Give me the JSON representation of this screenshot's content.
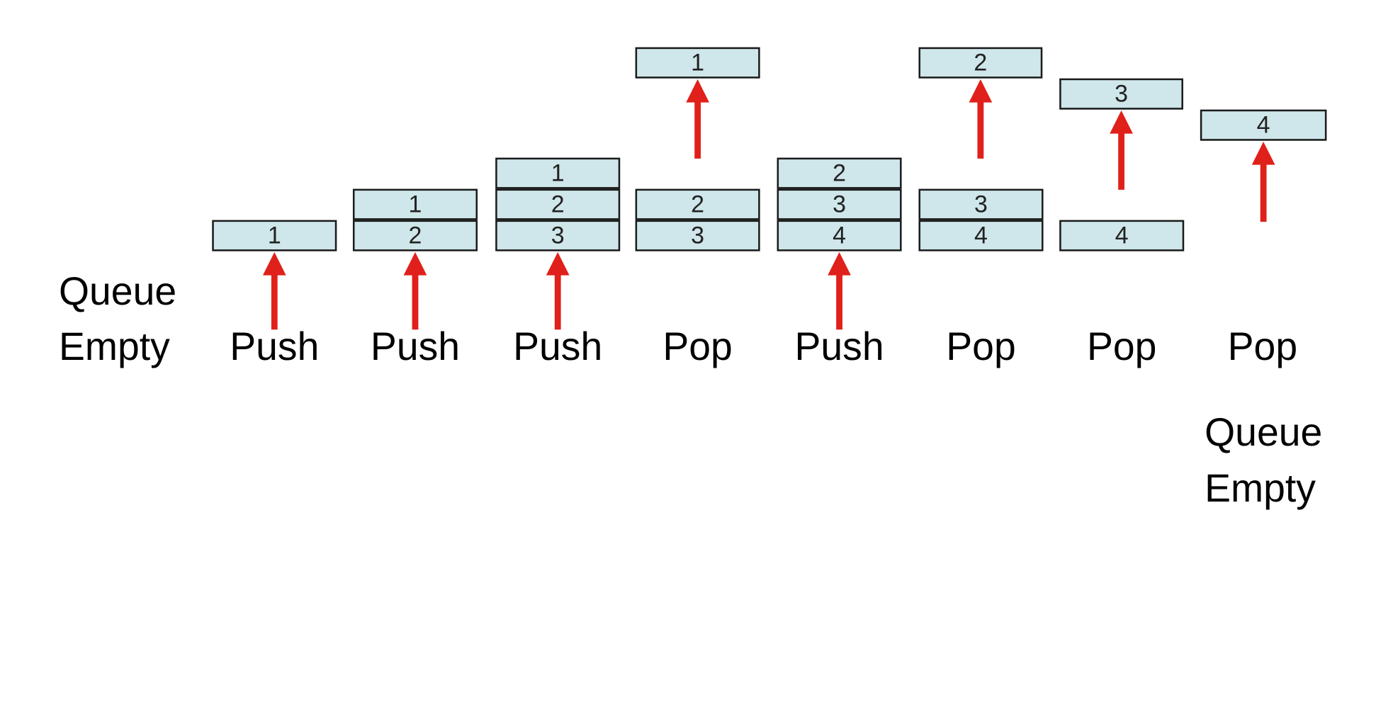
{
  "labels": {
    "start_queue": "Queue",
    "start_empty": "Empty",
    "end_queue": "Queue",
    "end_empty": "Empty"
  },
  "steps": [
    {
      "operation": "Push",
      "queue": [
        "1"
      ],
      "popped": ""
    },
    {
      "operation": "Push",
      "queue": [
        "1",
        "2"
      ],
      "popped": ""
    },
    {
      "operation": "Push",
      "queue": [
        "1",
        "2",
        "3"
      ],
      "popped": ""
    },
    {
      "operation": "Pop",
      "queue": [
        "2",
        "3"
      ],
      "popped": "1"
    },
    {
      "operation": "Push",
      "queue": [
        "2",
        "3",
        "4"
      ],
      "popped": ""
    },
    {
      "operation": "Pop",
      "queue": [
        "3",
        "4"
      ],
      "popped": "2"
    },
    {
      "operation": "Pop",
      "queue": [
        "4"
      ],
      "popped": "3"
    },
    {
      "operation": "Pop",
      "queue": [],
      "popped": "4"
    }
  ],
  "colors": {
    "cell_fill": "#cfe6ea",
    "cell_border": "#1b1b1b",
    "arrow": "#e0201a",
    "text": "#000000"
  }
}
